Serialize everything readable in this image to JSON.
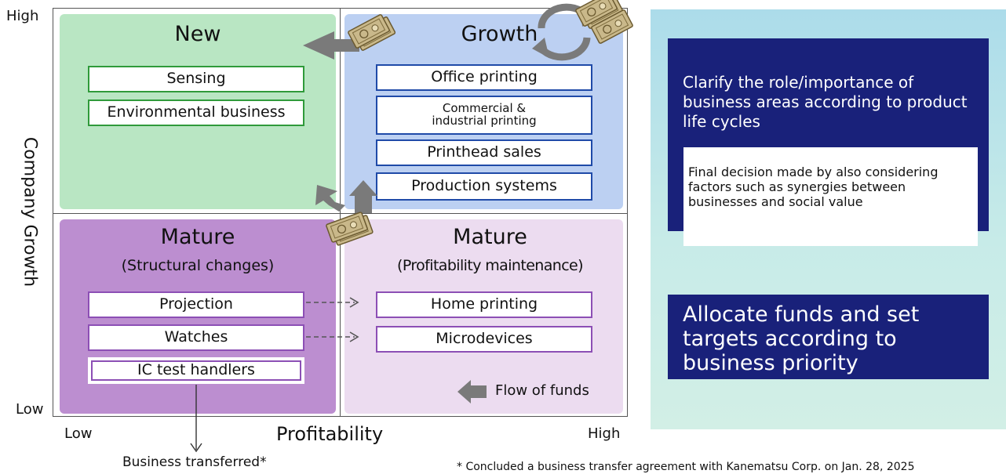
{
  "axes": {
    "y_title": "Company Growth",
    "y_high": "High",
    "y_low": "Low",
    "x_title": "Profitability",
    "x_low": "Low",
    "x_high": "High"
  },
  "quadrants": {
    "new": {
      "title": "New",
      "items": [
        "Sensing",
        "Environmental business"
      ]
    },
    "growth": {
      "title": "Growth",
      "items": [
        "Office printing",
        "Commercial &\nindustrial printing",
        "Printhead sales",
        "Production systems"
      ]
    },
    "mature_structural": {
      "title": "Mature",
      "subtitle": "(Structural changes)",
      "items": [
        "Projection",
        "Watches",
        "IC test handlers"
      ]
    },
    "mature_profit": {
      "title": "Mature",
      "subtitle": "(Profitability maintenance)",
      "items": [
        "Home printing",
        "Microdevices"
      ]
    }
  },
  "legend": {
    "flow_of_funds": "Flow of funds"
  },
  "transfer": {
    "label": "Business transferred*",
    "footnote": "* Concluded a business transfer agreement with Kanematsu Corp. on Jan. 28, 2025"
  },
  "panel": {
    "heading": "Clarify the role/importance of business areas according to product life cycles",
    "note": "Final decision made by also considering factors such as synergies between businesses and social value",
    "result": "Allocate funds and set targets according to business priority"
  },
  "colors": {
    "new_bg": "#b9e6c3",
    "growth_bg": "#bcd0f2",
    "mature_structural_bg": "#bc8ed0",
    "mature_profit_bg": "#ecdcf0",
    "navy": "#19217a",
    "arrow_gray": "#7a7a7a"
  }
}
